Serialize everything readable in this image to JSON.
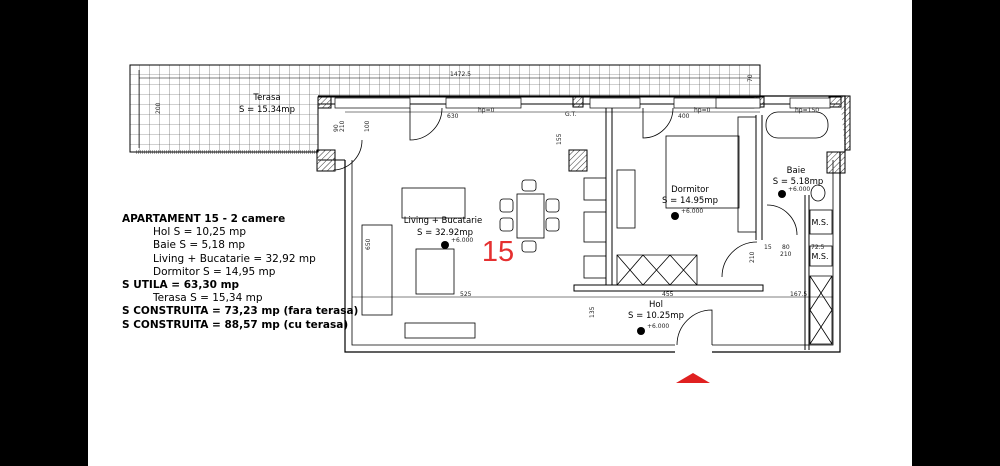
{
  "plan": {
    "apartment_number": "15",
    "accent_color": "#e53030",
    "rooms": {
      "terasa": {
        "name": "Terasa",
        "area": "S = 15.34mp"
      },
      "living": {
        "name": "Living + Bucatarie",
        "area": "S = 32.92mp"
      },
      "dormitor": {
        "name": "Dormitor",
        "area": "S = 14.95mp"
      },
      "baie": {
        "name": "Baie",
        "area": "S = 5.18mp"
      },
      "hol": {
        "name": "Hol",
        "area": "S = 10.25mp"
      },
      "ms1": "M.S.",
      "ms2": "M.S."
    },
    "elevation": "+6.000",
    "dimensions": {
      "d1472": "1472.5",
      "d200": "200",
      "d70": "70",
      "d630": "630",
      "d400": "400",
      "d100": "100",
      "d90_210": "90",
      "d210a": "210",
      "d155": "155",
      "d650": "650",
      "d525": "525",
      "d455": "455",
      "d167": "167.5",
      "d135": "135",
      "d210b": "210",
      "d15": "15",
      "d80": "80",
      "d210c": "210",
      "d72": "72.5",
      "hp0a": "hp=0",
      "hp0b": "hp=0",
      "hp150": "hp=150",
      "gt": "G.T."
    },
    "entrance_arrow": "entrance-arrow-icon"
  },
  "legend": {
    "title": "APARTAMENT 15  - 2 camere",
    "hol": "Hol S = 10,25 mp",
    "baie": "Baie S = 5,18 mp",
    "living": "Living + Bucatarie = 32,92 mp",
    "dormitor": "Dormitor S = 14,95 mp",
    "s_utila": "S UTILA = 63,30 mp",
    "terasa": "Terasa S = 15,34 mp",
    "s_constr_fara": "S CONSTRUITA = 73,23 mp (fara terasa)",
    "s_constr_cu": "S CONSTRUITA = 88,57 mp (cu terasa)"
  }
}
